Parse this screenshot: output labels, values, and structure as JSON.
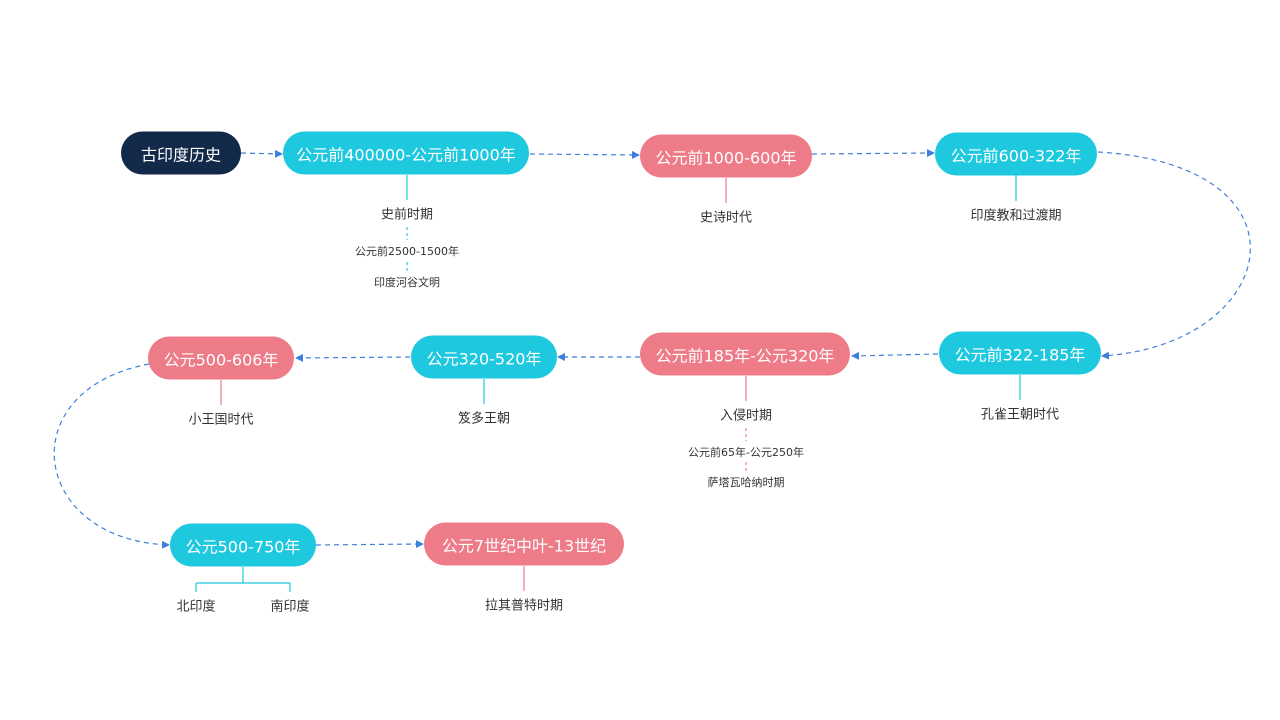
{
  "colors": {
    "root_fill": "#12294a",
    "cyan_fill": "#1ec8de",
    "pink_fill": "#ee7b88",
    "arrow": "#3f7fdc",
    "text_dark": "#333333"
  },
  "root": {
    "label": "古印度历史"
  },
  "periods": [
    {
      "id": "p1",
      "label": "公元前400000-公元前1000年",
      "color": "cyan",
      "sub": "史前时期",
      "note": "公元前2500-1500年",
      "subnote": "印度河谷文明"
    },
    {
      "id": "p2",
      "label": "公元前1000-600年",
      "color": "pink",
      "sub": "史诗时代"
    },
    {
      "id": "p3",
      "label": "公元前600-322年",
      "color": "cyan",
      "sub": "印度教和过渡期"
    },
    {
      "id": "p4",
      "label": "公元前322-185年",
      "color": "cyan",
      "sub": "孔雀王朝时代"
    },
    {
      "id": "p5",
      "label": "公元前185年-公元320年",
      "color": "pink",
      "sub": "入侵时期",
      "note": "公元前65年-公元250年",
      "subnote": "萨塔瓦哈纳时期"
    },
    {
      "id": "p6",
      "label": "公元320-520年",
      "color": "cyan",
      "sub": "笈多王朝"
    },
    {
      "id": "p7",
      "label": "公元500-606年",
      "color": "pink",
      "sub": "小王国时代"
    },
    {
      "id": "p8",
      "label": "公元500-750年",
      "color": "cyan",
      "branches": [
        "北印度",
        "南印度"
      ]
    },
    {
      "id": "p9",
      "label": "公元7世纪中叶-13世纪",
      "color": "pink",
      "sub": "拉其普特时期"
    }
  ]
}
